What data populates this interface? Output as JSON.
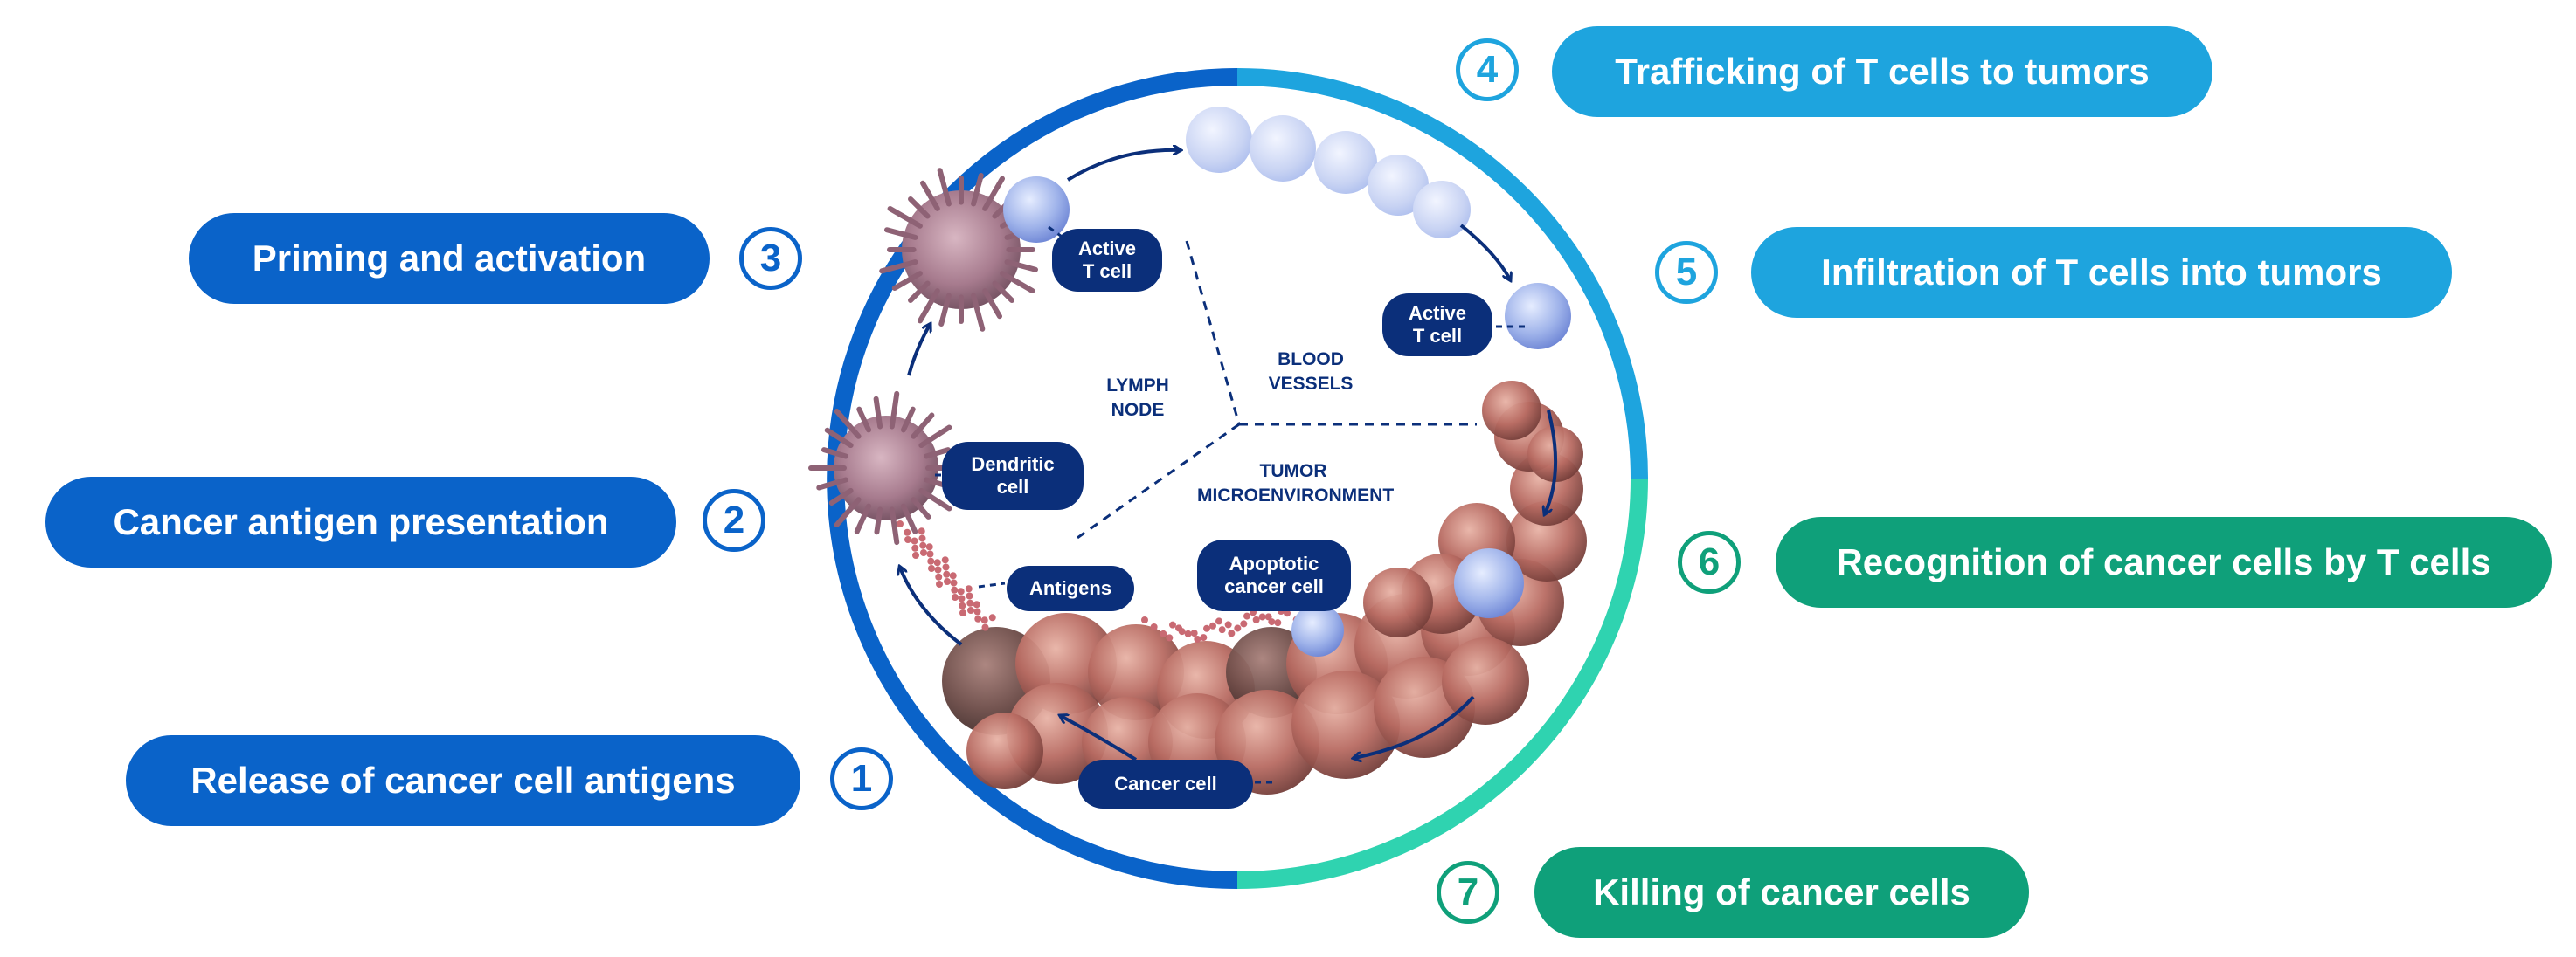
{
  "colors": {
    "blue": "#0a63c9",
    "cyan": "#1ea4de",
    "green": "#0fa07a",
    "navy": "#0b2f7a",
    "cancer_cell": "#b86b62",
    "t_cell": "#8fa6e0",
    "dendritic_cell": "#a77b8e"
  },
  "steps": [
    {
      "number": "1",
      "label": "Release of cancer cell antigens",
      "color": "blue"
    },
    {
      "number": "2",
      "label": "Cancer antigen presentation",
      "color": "blue"
    },
    {
      "number": "3",
      "label": "Priming and activation",
      "color": "blue"
    },
    {
      "number": "4",
      "label": "Trafficking of T cells to tumors",
      "color": "cyan"
    },
    {
      "number": "5",
      "label": "Infiltration of T cells into tumors",
      "color": "cyan"
    },
    {
      "number": "6",
      "label": "Recognition of cancer cells by T cells",
      "color": "green"
    },
    {
      "number": "7",
      "label": "Killing of cancer cells",
      "color": "green"
    }
  ],
  "zones": {
    "lymph_node": "LYMPH\nNODE",
    "blood_vessels": "BLOOD\nVESSELS",
    "tumor_microenvironment": "TUMOR\nMICROENVIRONMENT"
  },
  "cell_labels": {
    "active_t_cell_lymph": "Active\nT cell",
    "active_t_cell_vessel": "Active\nT cell",
    "dendritic_cell": "Dendritic\ncell",
    "antigens": "Antigens",
    "apoptotic_cancer_cell": "Apoptotic\ncancer cell",
    "cancer_cell": "Cancer cell"
  },
  "icons": [
    "cancer-cell-icon",
    "t-cell-icon",
    "dendritic-cell-icon",
    "antigen-dots-icon",
    "cycle-arrow-icon"
  ]
}
